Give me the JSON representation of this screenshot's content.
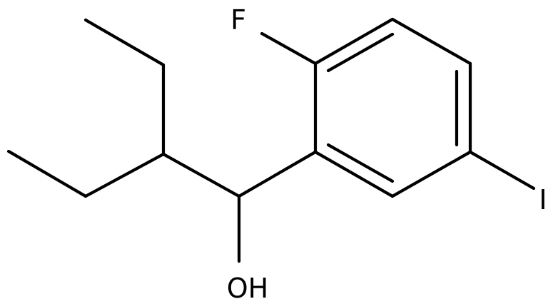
{
  "molecule": {
    "atom_labels": {
      "fluorine": "F",
      "iodine": "I",
      "hydroxyl": "OH"
    },
    "colors": {
      "bond": "#000000",
      "label": "#000000",
      "background": "#ffffff"
    }
  }
}
